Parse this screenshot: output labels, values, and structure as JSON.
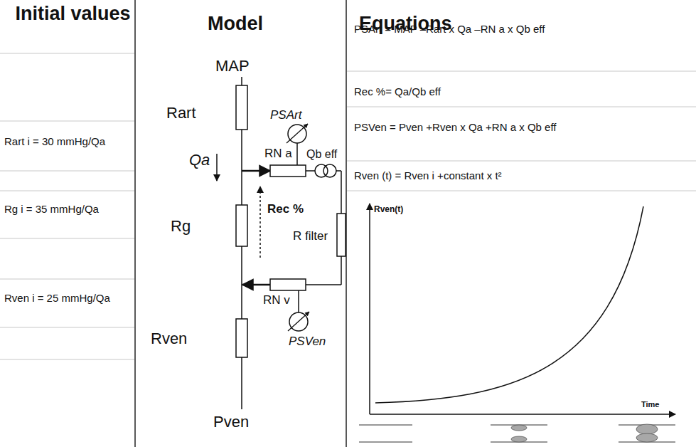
{
  "diagram": {
    "labels": [
      "Initial values",
      "Model",
      "Equations",
      "Rart i = 30 mmHg/Qa",
      "Rg i = 35 mmHg/Qa",
      "Rven i = 25 mmHg/Qa",
      "MAP",
      "Rart",
      "Qa",
      "Rg",
      "Rven",
      "Pven",
      "PSArt",
      "RN a",
      "Qb eff",
      "Rec %",
      "R filter",
      "RN v",
      "PSVen",
      "PSArt = MAP –Rart x Qa –RN a x Qb eff",
      "Rec %= Qa/Qb eff",
      "PSVen = Pven +Rven x Qa +RN a x Qb eff",
      "Rven (t) = Rven i +constant x t²",
      "Rven(t)",
      "Time"
    ]
  }
}
